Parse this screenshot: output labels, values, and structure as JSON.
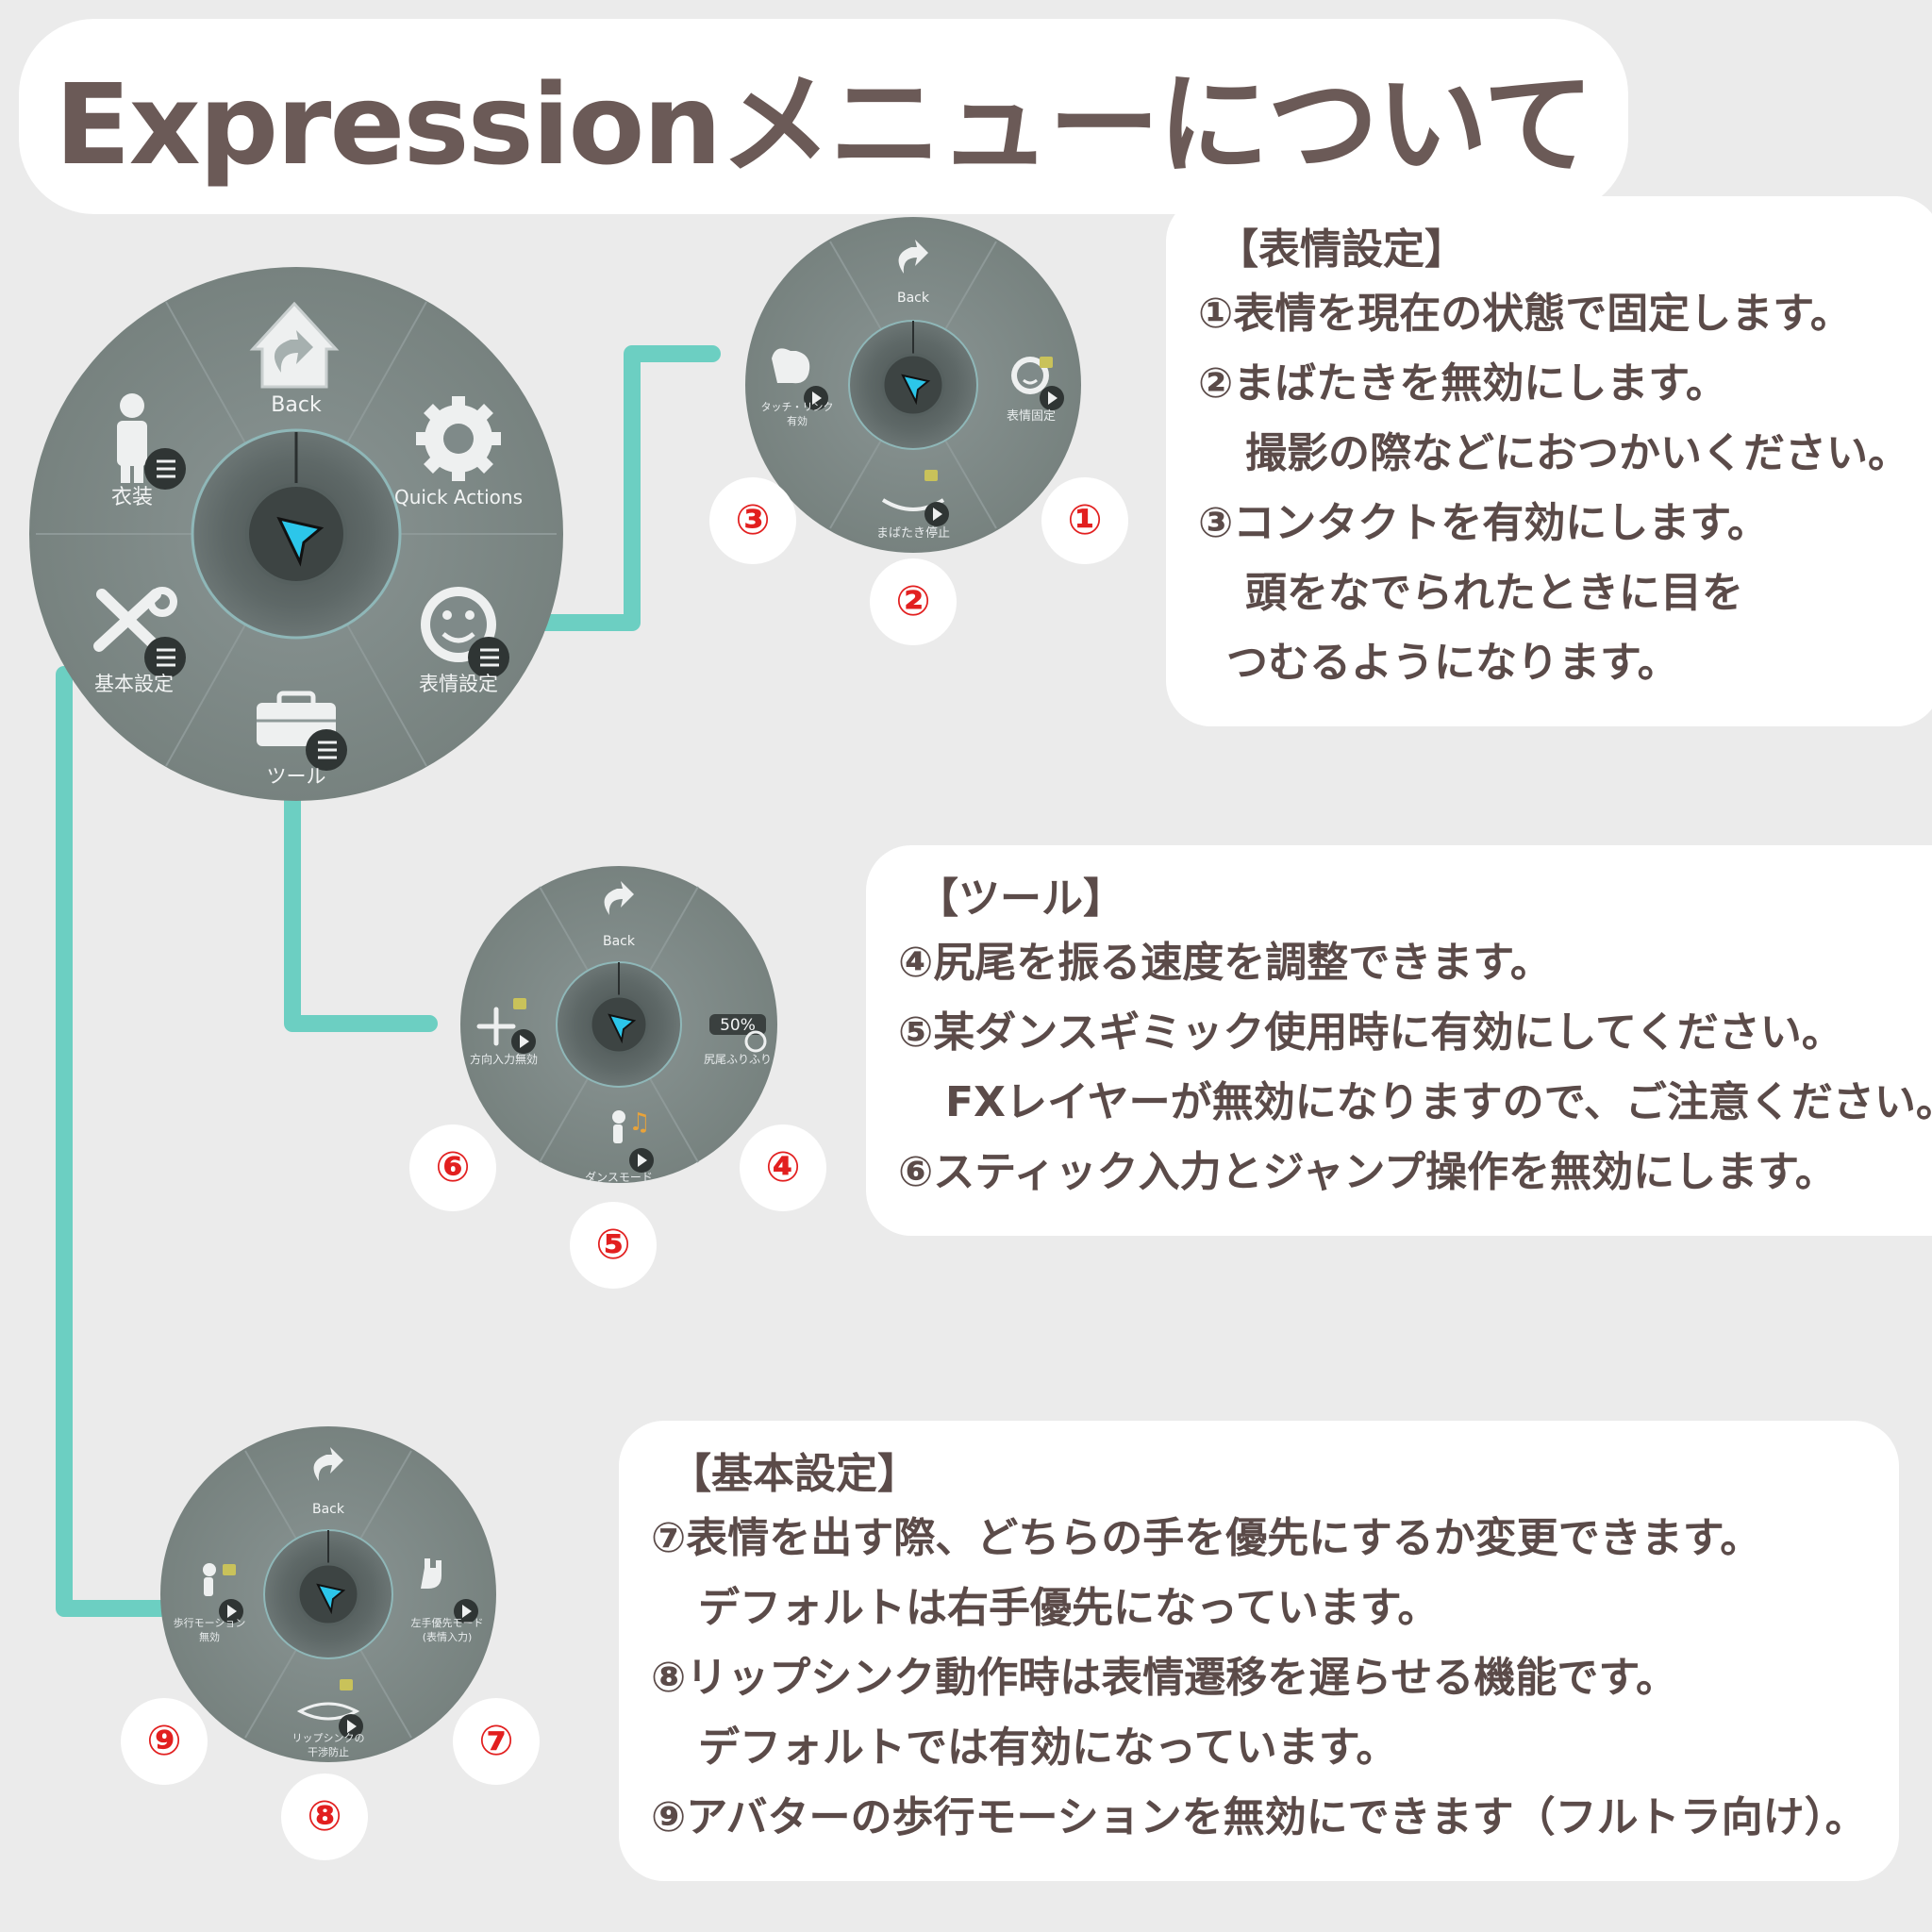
{
  "title": "Expressionメニューについて",
  "main_menu": {
    "back": "Back",
    "items": {
      "costume": "衣装",
      "quick_actions": "Quick Actions",
      "basic_settings": "基本設定",
      "expression_settings": "表情設定",
      "tools": "ツール"
    }
  },
  "expression_menu": {
    "back": "Back",
    "left_l1": "タッチ・リンク",
    "left_l2": "有効",
    "right": "表情固定",
    "bottom": "まばたき停止"
  },
  "tool_menu": {
    "back": "Back",
    "left": "方向入力無効",
    "right": "尻尾ふりふり",
    "right_value": "50%",
    "bottom": "ダンスモード"
  },
  "basic_menu": {
    "back": "Back",
    "left_l1": "歩行モーション",
    "left_l2": "無効",
    "right_l1": "左手優先モード",
    "right_l2": "(表情入力)",
    "bottom_l1": "リップシンクの",
    "bottom_l2": "干渉防止"
  },
  "badges": {
    "b1": "①",
    "b2": "②",
    "b3": "③",
    "b4": "④",
    "b5": "⑤",
    "b6": "⑥",
    "b7": "⑦",
    "b8": "⑧",
    "b9": "⑨"
  },
  "expression_desc": {
    "heading": "【表情設定】",
    "l1": "①表情を現在の状態で固定します。",
    "l2": "②まばたきを無効にします。",
    "l3": "撮影の際などにおつかいください。",
    "l4": "③コンタクトを有効にします。",
    "l5": "頭をなでられたときに目を",
    "l6": "つむるようになります。"
  },
  "tool_desc": {
    "heading": "【ツール】",
    "l1": "④尻尾を振る速度を調整できます。",
    "l2": "⑤某ダンスギミック使用時に有効にしてください。",
    "l3": "FXレイヤーが無効になりますので、ご注意ください。",
    "l4": "⑥スティック入力とジャンプ操作を無効にします。"
  },
  "basic_desc": {
    "heading": "【基本設定】",
    "l1": "⑦表情を出す際、どちらの手を優先にするか変更できます。",
    "l2": "デフォルトは右手優先になっています。",
    "l3": "⑧リップシンク動作時は表情遷移を遅らせる機能です。",
    "l4": "デフォルトでは有効になっています。",
    "l5": "⑨アバターの歩行モーションを無効にできます（フルトラ向け）。"
  },
  "colors": {
    "connector": "#6ccfc2",
    "menu_bg": "#7c8887",
    "menu_center": "#5e6867",
    "cursor": "#2cc6ea",
    "badge_text": "#e21f1f",
    "text": "#5b4b49"
  }
}
